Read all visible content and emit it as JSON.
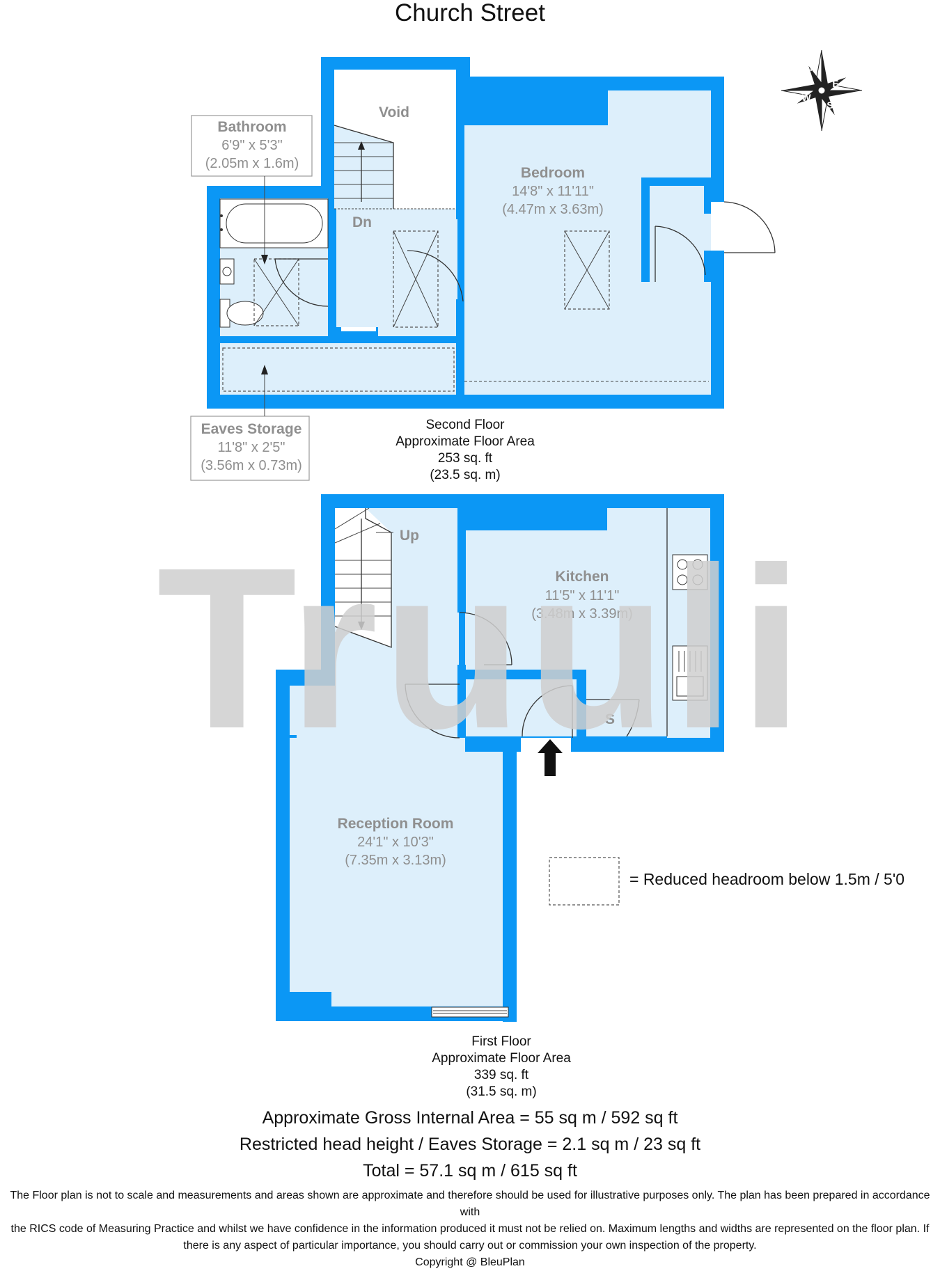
{
  "title": "Church Street",
  "watermark": "Truuli",
  "compass": {
    "n": "N",
    "e": "E",
    "s": "S",
    "w": "W"
  },
  "second_floor": {
    "rooms": {
      "void": {
        "name": "Void"
      },
      "bathroom": {
        "name": "Bathroom",
        "imperial": "6'9\" x 5'3\"",
        "metric": "(2.05m x 1.6m)"
      },
      "bedroom": {
        "name": "Bedroom",
        "imperial": "14'8\" x 11'11\"",
        "metric": "(4.47m x 3.63m)"
      },
      "eaves_storage": {
        "name": "Eaves Storage",
        "imperial": "11'8\" x 2'5\"",
        "metric": "(3.56m x 0.73m)"
      }
    },
    "stairs_label": "Dn",
    "caption": {
      "line1": "Second Floor",
      "line2": "Approximate Floor Area",
      "line3": "253 sq. ft",
      "line4": "(23.5 sq. m)"
    }
  },
  "first_floor": {
    "rooms": {
      "kitchen": {
        "name": "Kitchen",
        "imperial": "11'5\" x 11'1\"",
        "metric": "(3.48m x 3.39m)"
      },
      "reception": {
        "name": "Reception Room",
        "imperial": "24'1\" x 10'3\"",
        "metric": "(7.35m x 3.13m)"
      }
    },
    "stairs_label": "Up",
    "storage_label": "S",
    "caption": {
      "line1": "First Floor",
      "line2": "Approximate Floor Area",
      "line3": "339 sq. ft",
      "line4": "(31.5 sq. m)"
    }
  },
  "legend": {
    "text": "= Reduced headroom below 1.5m / 5'0"
  },
  "areas": {
    "gross": "Approximate Gross Internal Area = 55 sq m / 592 sq ft",
    "restricted": "Restricted head height / Eaves Storage = 2.1 sq m / 23 sq ft",
    "total": "Total = 57.1 sq m / 615 sq ft"
  },
  "disclaimer": {
    "line1": "The Floor plan is not to scale and measurements and areas shown are approximate and therefore should be used for illustrative purposes only. The plan has been prepared in accordance with",
    "line2": "the RICS code of Measuring Practice and whilst we have confidence in the information produced it must not be relied on. Maximum lengths and widths are represented on the floor plan. If",
    "line3": "there is any aspect of particular importance, you should carry out or commission your own inspection of the property.",
    "copyright": "Copyright @ BleuPlan"
  },
  "colors": {
    "wall": "#0b97f5",
    "room_fill": "#ddeffb",
    "watermark": "#cfcfcf"
  }
}
